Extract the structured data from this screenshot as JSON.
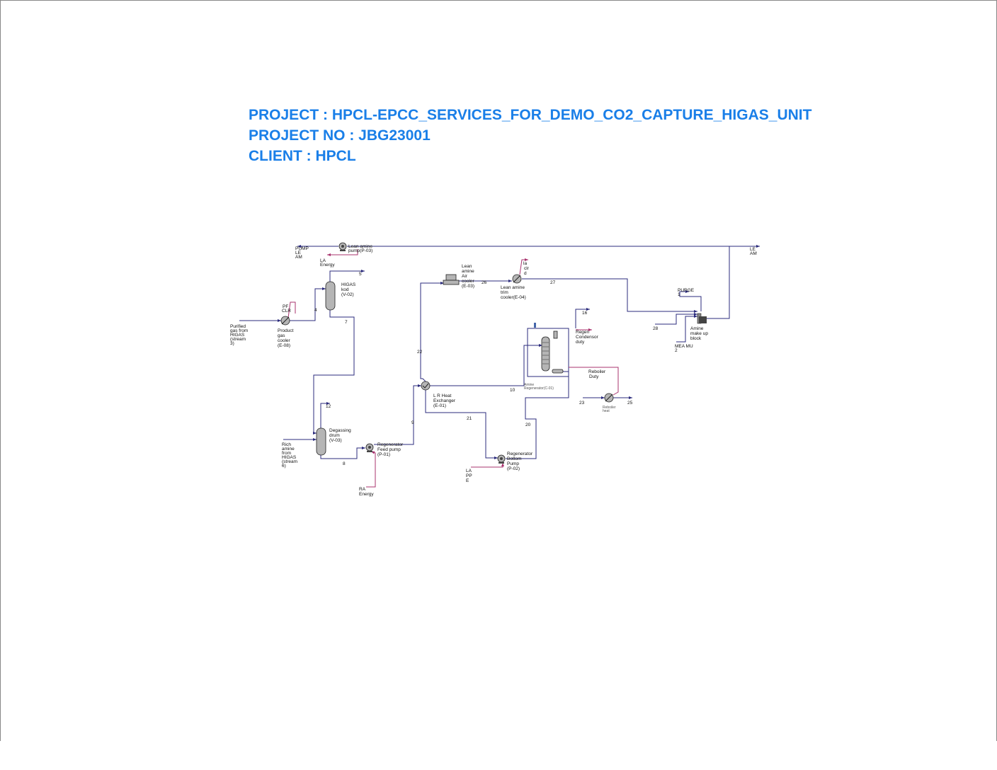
{
  "header": {
    "project": "PROJECT : HPCL-EPCC_SERVICES_FOR_DEMO_CO2_CAPTURE_HIGAS_UNIT",
    "project_no": "PROJECT NO : JBG23001",
    "client": "CLIENT : HPCL"
  },
  "colors": {
    "title": "#1a7fe8",
    "stream": "#2b2b7c",
    "energy": "#a8336e"
  },
  "labels": {
    "pump_leam": [
      "PUMP",
      "LE",
      "AM"
    ],
    "p03": [
      "Lean amine",
      "pump(P-03)"
    ],
    "la_energy": [
      "LA",
      "Energy"
    ],
    "s5": "5",
    "v02": [
      "HIGAS",
      "kod",
      "(V-02)"
    ],
    "pf_clr": [
      "PF",
      "CLR"
    ],
    "s4": "4",
    "s7": "7",
    "purified": [
      "Purified",
      "gas from",
      "HIGAS",
      "(stream",
      "3)"
    ],
    "e08": [
      "Product",
      "gas",
      "cooler",
      "(E-08)"
    ],
    "s22": "22",
    "e03": [
      "Lean",
      "amine",
      "Air",
      "cooler",
      "(E-03)"
    ],
    "s26": "26",
    "la_clrd": [
      "la",
      "clr",
      "d"
    ],
    "e04": [
      "Lean amine",
      "trim",
      "cooler(E-04)"
    ],
    "s27": "27",
    "s16": "16",
    "regen_cond": [
      "Regen",
      "Condensor",
      "duty"
    ],
    "reb_duty": [
      "Reboiler",
      "Duty"
    ],
    "c01": [
      "Amine",
      "Regenerator(C-01)"
    ],
    "s10": "10",
    "e01": [
      "L R Heat",
      "Exchanger",
      "(E-01)"
    ],
    "s23": "23",
    "s25": "25",
    "reb_heat": [
      "Reboiler",
      "heat"
    ],
    "s21": "21",
    "s20": "20",
    "s12": "12",
    "v03": [
      "Degassing",
      "drum",
      "(V-03)"
    ],
    "rich": [
      "Rich",
      "amine",
      "from",
      "HIGAS",
      "(stream",
      "6)"
    ],
    "s8": "8",
    "p01": [
      "Regenerator",
      "Feed pump",
      "(P-01)"
    ],
    "s9": "9",
    "ra_energy": [
      "RA",
      "Energy"
    ],
    "p02": [
      "Regenerator",
      "Bottom",
      "Pump",
      "(P-02)"
    ],
    "la_ppe": [
      "LA",
      "PP",
      "E"
    ],
    "leam": [
      "LE",
      "AM"
    ],
    "purge": [
      "PURGE",
      "1"
    ],
    "s28": "28",
    "makeup": [
      "Amine",
      "make up",
      "block"
    ],
    "mea": [
      "MEA MU",
      "2"
    ]
  }
}
